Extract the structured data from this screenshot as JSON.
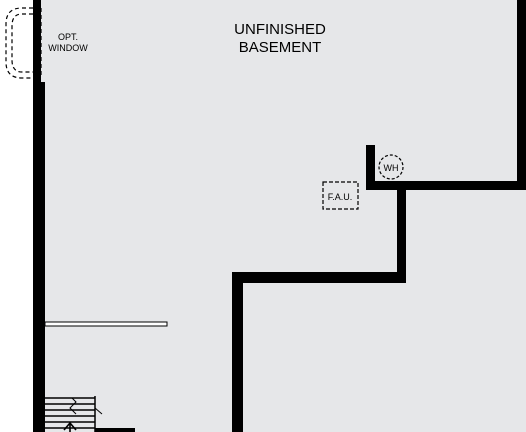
{
  "plan": {
    "room_line1": "UNFINISHED",
    "room_line2": "BASEMENT",
    "window_line1": "OPT.",
    "window_line2": "WINDOW",
    "water_heater": "WH",
    "furnace": "F.A.U."
  },
  "colors": {
    "floor": "#e6e7e9",
    "wall": "#000000",
    "background": "#ffffff"
  }
}
